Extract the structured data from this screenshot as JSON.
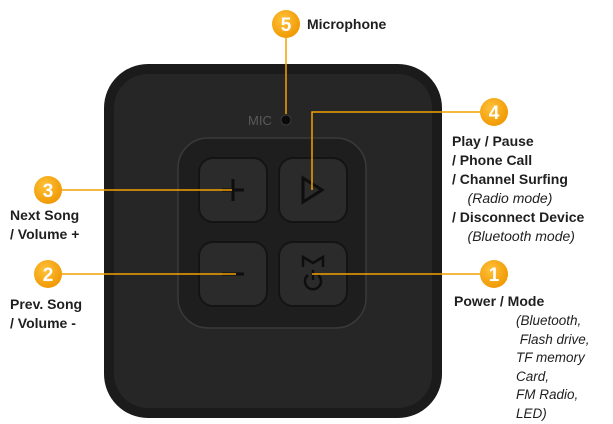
{
  "callouts": [
    {
      "number": "1",
      "title_lines": [
        "Power / Mode"
      ],
      "note_lines": [
        "(Bluetooth,",
        " Flash drive,",
        "TF memory",
        "Card,",
        "FM Radio,",
        "LED)"
      ]
    },
    {
      "number": "2",
      "title_lines": [
        "Prev. Song",
        "/ Volume -"
      ],
      "note_lines": []
    },
    {
      "number": "3",
      "title_lines": [
        "Next Song",
        "/ Volume +"
      ],
      "note_lines": []
    },
    {
      "number": "4",
      "title_lines": [
        "Play / Pause",
        "/ Phone Call",
        "/ Channel Surfing",
        "    (Radio mode)",
        "/ Disconnect Device",
        "    (Bluetooth mode)"
      ],
      "note_lines": []
    },
    {
      "number": "5",
      "title_lines": [
        "Microphone"
      ],
      "note_lines": []
    }
  ],
  "device": {
    "mic_label": "MIC",
    "buttons": [
      {
        "name": "volume-up",
        "symbol": "+"
      },
      {
        "name": "play",
        "symbol": "play"
      },
      {
        "name": "volume-down",
        "symbol": "−"
      },
      {
        "name": "mode",
        "symbol": "M"
      }
    ]
  },
  "colors": {
    "accent": "#f4a100",
    "line": "#f4a100",
    "body": "#1a1a1a",
    "bumper": "#d8d8d8"
  }
}
